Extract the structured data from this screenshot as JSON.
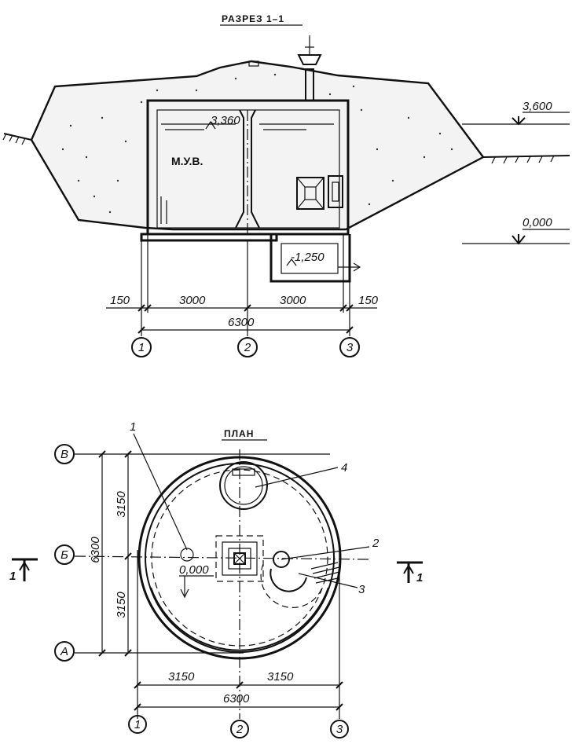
{
  "section": {
    "title": "РАЗРЕЗ 1–1",
    "water_level_label": "М.У.В.",
    "elev_water": "3,360",
    "elev_pit": "-1,250",
    "elev_top": "3,600",
    "elev_ground": "0,000",
    "dim_left": "150",
    "dim_a": "3000",
    "dim_b": "3000",
    "dim_right": "150",
    "dim_total": "6300",
    "axes": [
      "1",
      "2",
      "3"
    ]
  },
  "plan": {
    "title": "ПЛАН",
    "row_axes": [
      "В",
      "Б",
      "А"
    ],
    "col_axes": [
      "1",
      "2",
      "3"
    ],
    "dim_top_half": "3150",
    "dim_bottom_half": "3150",
    "dim_height": "6300",
    "dim_left_half": "3150",
    "dim_right_half": "3150",
    "dim_width": "6300",
    "elev_floor": "0,000",
    "callouts": [
      "1",
      "2",
      "3",
      "4"
    ],
    "cut_mark": "1"
  }
}
